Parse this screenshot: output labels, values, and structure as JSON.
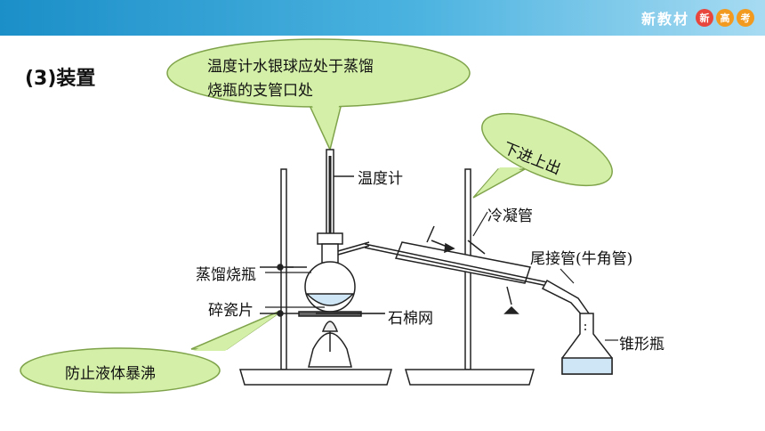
{
  "header": {
    "brand": "新教材",
    "badges": [
      {
        "char": "新",
        "color": "#e8463c"
      },
      {
        "char": "高",
        "color": "#f29a1f"
      },
      {
        "char": "考",
        "color": "#f29a1f"
      }
    ]
  },
  "heading": "(3)装置",
  "callouts": {
    "thermometer_note_line1": "温度计水银球应处于蒸馏",
    "thermometer_note_line2": "烧瓶的支管口处",
    "condenser_flow": "下进上出",
    "boiling_note": "防止液体暴沸"
  },
  "labels": {
    "thermometer": "温度计",
    "condenser": "冷凝管",
    "adapter": "尾接管(牛角管)",
    "flask": "蒸馏烧瓶",
    "chips": "碎瓷片",
    "gauze": "石棉网",
    "receiver": "锥形瓶"
  },
  "colors": {
    "bubble_fill": "#d4f0a8",
    "bubble_stroke": "#7fa34a"
  }
}
